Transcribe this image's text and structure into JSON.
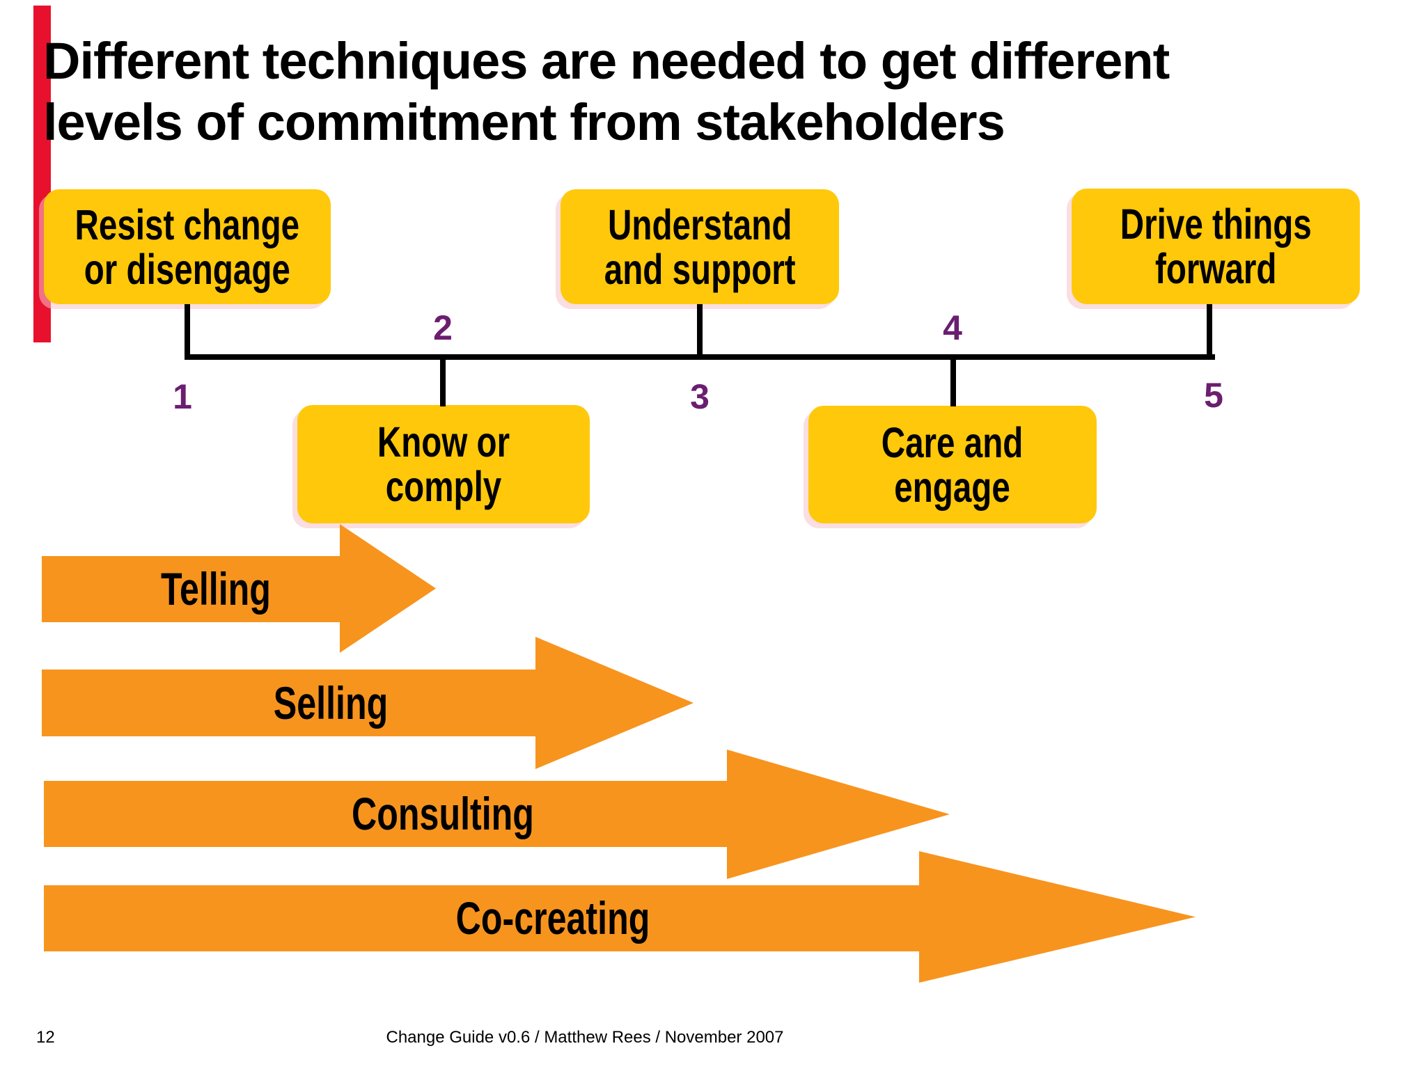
{
  "slide": {
    "title_line1": "Different techniques are needed to get different",
    "title_line2": "levels of commitment from stakeholders",
    "page_number": "12",
    "footer": "Change Guide v0.6 / Matthew Rees / November 2007"
  },
  "colors": {
    "accent_bar_red": "#e8112d",
    "box_yellow": "#ffc80a",
    "arrow_orange": "#f7941e",
    "scale_number_purple": "#6b1e70",
    "text_black": "#000000",
    "background": "#ffffff"
  },
  "commitment_scale": {
    "numbers": [
      "1",
      "2",
      "3",
      "4",
      "5"
    ],
    "boxes": [
      {
        "line1": "Resist change",
        "line2": "or disengage",
        "scale_position": "1",
        "row": "above-line"
      },
      {
        "line1": "Know or",
        "line2": "comply",
        "scale_position": "2",
        "row": "below-line"
      },
      {
        "line1": "Understand",
        "line2": "and support",
        "scale_position": "3",
        "row": "above-line"
      },
      {
        "line1": "Care and",
        "line2": "engage",
        "scale_position": "4",
        "row": "below-line"
      },
      {
        "line1": "Drive things",
        "line2": "forward",
        "scale_position": "5",
        "row": "above-line"
      }
    ]
  },
  "technique_arrows": [
    {
      "label": "Telling",
      "relative_length": 0.31
    },
    {
      "label": "Selling",
      "relative_length": 0.49
    },
    {
      "label": "Consulting",
      "relative_length": 0.67
    },
    {
      "label": "Co-creating",
      "relative_length": 0.84
    }
  ]
}
